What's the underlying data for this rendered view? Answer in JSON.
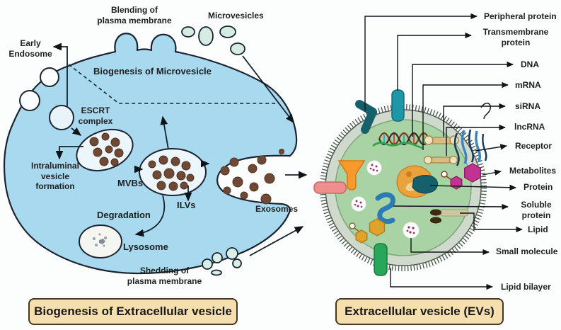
{
  "colors": {
    "background": "#fcfdfd",
    "outline": "#1b2430",
    "cell_fill": "#a8d9ef",
    "organelle_fill": "#edf6fa",
    "exosome_brown": "#6f4936",
    "microvesicle_fill": "#d5ece2",
    "vesicle_fill": "#a9d3a4",
    "membrane_band": "#cfdacc",
    "caption_bg": "#f6dfae",
    "caption_border": "#46391f",
    "label_text": "#1f1f1f",
    "protein_orange": "#e8a33c",
    "teal_protein": "#15606b",
    "metabolite_magenta": "#c23391",
    "soluble_blue": "#2b7bb5",
    "lipid_green_rod": "#28a65a",
    "pink_rod": "#f08d8d",
    "funnel_orange": "#f8992e",
    "mrna_green": "#35a24c"
  },
  "left_panel": {
    "caption": "Biogenesis of Extracellular vesicle",
    "labels": {
      "blending": "Blending of\nplasma membrane",
      "microvesicles": "Microvesicles",
      "early_endosome": "Early\nEndosome",
      "biogenesis_microvesicle": "Biogenesis of Microvesicle",
      "escrt_complex": "ESCRT\ncomplex",
      "intraluminal": "Intraluminal\nvesicle\nformation",
      "mvbs": "MVBs",
      "ilvs": "ILVs",
      "degradation": "Degradation",
      "lysosome": "Lysosome",
      "exosomes": "Exosomes",
      "shedding": "Shedding of\nplasma membrane"
    }
  },
  "right_panel": {
    "caption": "Extracellular vesicle (EVs)",
    "labels": {
      "peripheral_protein": "Peripheral protein",
      "transmembrane_protein": "Transmembrane\nprotein",
      "dna": "DNA",
      "mrna": "mRNA",
      "sirna": "siRNA",
      "lncrna": "lncRNA",
      "receptor": "Receptor",
      "metabolites": "Metabolites",
      "protein": "Protein",
      "soluble_protein": "Soluble\nprotein",
      "lipid": "Lipid",
      "small_molecule": "Small molecule",
      "lipid_bilayer": "Lipid bilayer"
    }
  }
}
